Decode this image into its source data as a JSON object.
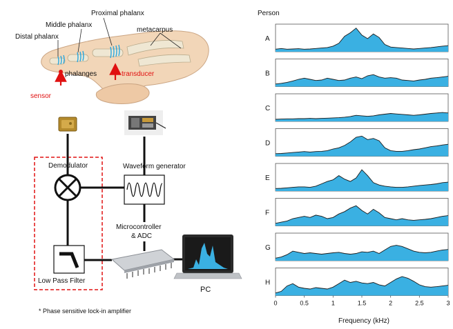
{
  "anatomy": {
    "proximal_phalanx": "Proximal phalanx",
    "middle_phalanx": "Middle phalanx",
    "distal_phalanx": "Distal phalanx",
    "metacarpus": "metacarpus",
    "phalanges": "phalanges",
    "transducer": "transducer",
    "sensor": "sensor"
  },
  "circuit": {
    "demodulator": "Demodulator",
    "waveform_generator": "Waveform generator",
    "microcontroller_line1": "Microcontroller",
    "microcontroller_line2": "& ADC",
    "low_pass_filter": "Low Pass Filter",
    "pc": "PC",
    "footnote": "* Phase sensitive lock-in amplifier"
  },
  "colors": {
    "fill": "#3ab0e2",
    "accent": "#e01010"
  },
  "chart_data": {
    "type": "area",
    "panel_title": "Person",
    "xlabel": "Frequency (kHz)",
    "xlim": [
      0,
      3
    ],
    "xticks": [
      "0",
      "0.5",
      "1",
      "1.5",
      "2",
      "2.5",
      "3"
    ],
    "x": [
      0.0,
      0.1,
      0.2,
      0.3,
      0.4,
      0.5,
      0.6,
      0.7,
      0.8,
      0.9,
      1.0,
      1.1,
      1.2,
      1.3,
      1.4,
      1.5,
      1.6,
      1.7,
      1.8,
      1.9,
      2.0,
      2.1,
      2.2,
      2.3,
      2.4,
      2.5,
      2.6,
      2.7,
      2.8,
      2.9,
      3.0
    ],
    "ylim": [
      0,
      1
    ],
    "series": [
      {
        "name": "A",
        "values": [
          0.05,
          0.08,
          0.05,
          0.06,
          0.07,
          0.05,
          0.06,
          0.08,
          0.1,
          0.12,
          0.18,
          0.3,
          0.6,
          0.75,
          0.95,
          0.65,
          0.5,
          0.7,
          0.55,
          0.25,
          0.14,
          0.12,
          0.1,
          0.08,
          0.06,
          0.08,
          0.1,
          0.12,
          0.15,
          0.18,
          0.2
        ]
      },
      {
        "name": "B",
        "values": [
          0.05,
          0.08,
          0.12,
          0.18,
          0.25,
          0.3,
          0.25,
          0.2,
          0.22,
          0.3,
          0.25,
          0.2,
          0.22,
          0.3,
          0.35,
          0.28,
          0.4,
          0.45,
          0.35,
          0.3,
          0.32,
          0.3,
          0.22,
          0.2,
          0.18,
          0.22,
          0.25,
          0.3,
          0.32,
          0.35,
          0.38
        ]
      },
      {
        "name": "C",
        "values": [
          0.03,
          0.04,
          0.05,
          0.05,
          0.06,
          0.06,
          0.07,
          0.06,
          0.07,
          0.08,
          0.09,
          0.1,
          0.12,
          0.15,
          0.2,
          0.18,
          0.16,
          0.18,
          0.22,
          0.25,
          0.28,
          0.26,
          0.24,
          0.22,
          0.2,
          0.22,
          0.25,
          0.28,
          0.3,
          0.32,
          0.3
        ]
      },
      {
        "name": "D",
        "values": [
          0.05,
          0.06,
          0.08,
          0.1,
          0.12,
          0.14,
          0.12,
          0.14,
          0.15,
          0.18,
          0.25,
          0.3,
          0.4,
          0.55,
          0.75,
          0.8,
          0.65,
          0.7,
          0.6,
          0.3,
          0.18,
          0.15,
          0.15,
          0.18,
          0.22,
          0.25,
          0.3,
          0.35,
          0.38,
          0.42,
          0.45
        ]
      },
      {
        "name": "E",
        "values": [
          0.05,
          0.06,
          0.08,
          0.1,
          0.12,
          0.12,
          0.1,
          0.15,
          0.25,
          0.35,
          0.42,
          0.6,
          0.45,
          0.35,
          0.5,
          0.85,
          0.6,
          0.3,
          0.2,
          0.15,
          0.12,
          0.1,
          0.1,
          0.12,
          0.15,
          0.18,
          0.2,
          0.22,
          0.25,
          0.3,
          0.32
        ]
      },
      {
        "name": "F",
        "values": [
          0.05,
          0.1,
          0.15,
          0.25,
          0.3,
          0.35,
          0.3,
          0.4,
          0.35,
          0.25,
          0.3,
          0.45,
          0.55,
          0.7,
          0.8,
          0.6,
          0.45,
          0.65,
          0.5,
          0.3,
          0.25,
          0.2,
          0.25,
          0.2,
          0.18,
          0.2,
          0.22,
          0.25,
          0.3,
          0.35,
          0.38
        ]
      },
      {
        "name": "G",
        "values": [
          0.05,
          0.1,
          0.2,
          0.35,
          0.3,
          0.25,
          0.28,
          0.25,
          0.22,
          0.25,
          0.28,
          0.3,
          0.25,
          0.22,
          0.25,
          0.32,
          0.3,
          0.35,
          0.25,
          0.4,
          0.55,
          0.6,
          0.55,
          0.45,
          0.35,
          0.3,
          0.28,
          0.3,
          0.35,
          0.4,
          0.42
        ]
      },
      {
        "name": "H",
        "values": [
          0.05,
          0.12,
          0.35,
          0.45,
          0.3,
          0.25,
          0.22,
          0.28,
          0.25,
          0.22,
          0.3,
          0.45,
          0.6,
          0.5,
          0.55,
          0.48,
          0.45,
          0.5,
          0.4,
          0.35,
          0.5,
          0.65,
          0.75,
          0.68,
          0.55,
          0.4,
          0.32,
          0.3,
          0.32,
          0.35,
          0.38
        ]
      }
    ]
  }
}
